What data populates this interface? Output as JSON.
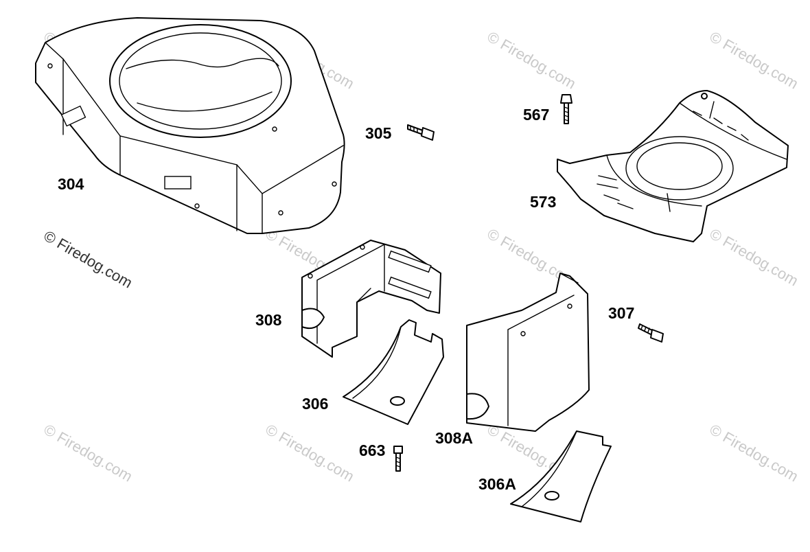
{
  "labels": {
    "p304": "304",
    "p305": "305",
    "p567": "567",
    "p573": "573",
    "p308": "308",
    "p307": "307",
    "p306": "306",
    "p663": "663",
    "p308A": "308A",
    "p306A": "306A"
  },
  "watermark": "© Firedog.com"
}
